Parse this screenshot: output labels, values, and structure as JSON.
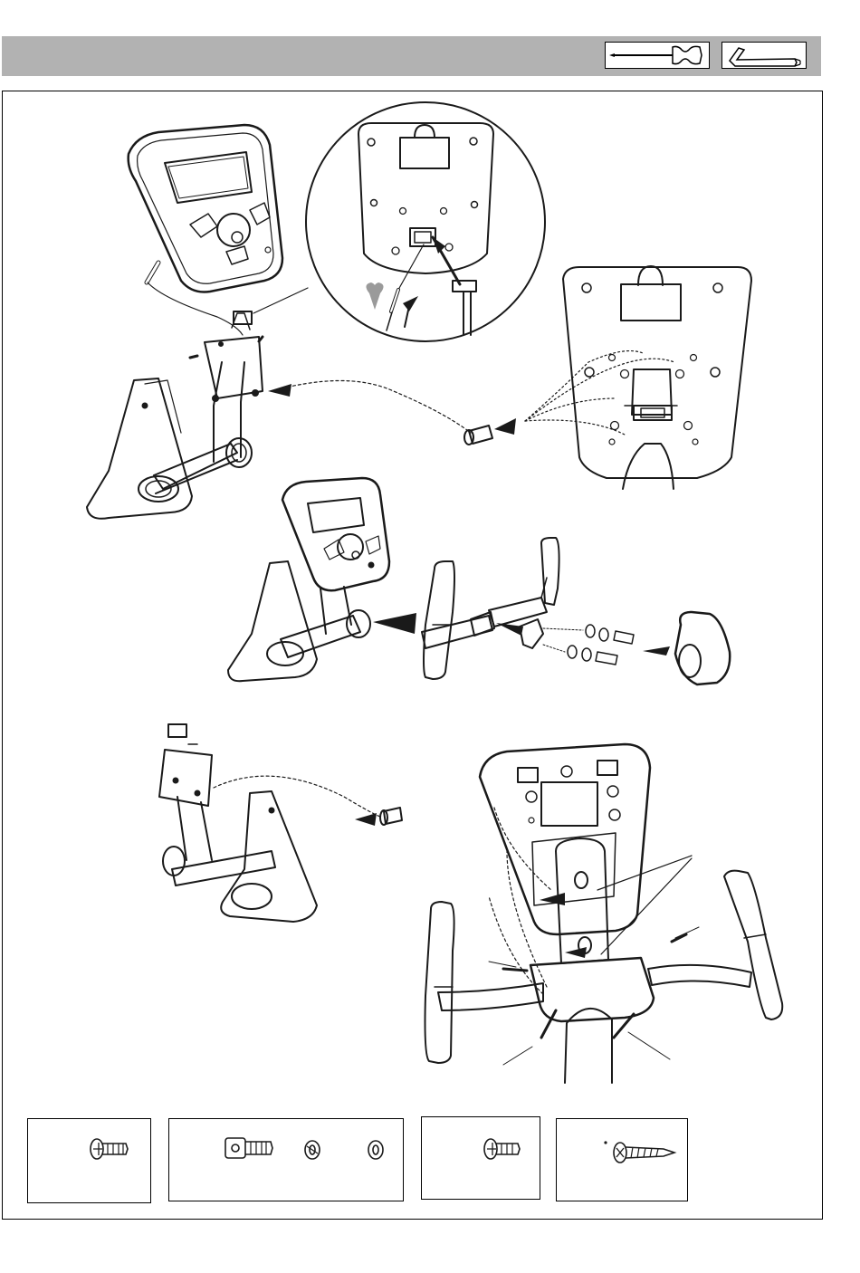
{
  "page": {
    "header_color": "#b2b2b2",
    "ink_color": "#1a1a1a",
    "heart_color": "#9a9a9a"
  },
  "tools": [
    {
      "icon": "screwdriver-icon"
    },
    {
      "icon": "allen-key-icon"
    }
  ],
  "steps": [
    {
      "icon": "console-mounting-plate-illustration"
    },
    {
      "icon": "handlebar-assembly-illustration"
    },
    {
      "icon": "console-mast-rear-cover-illustration"
    }
  ],
  "hardware": [
    {
      "icon": "phillips-pan-head-screw-icon"
    },
    {
      "icon": "allen-bolt-lock-washer-flat-washer-icon"
    },
    {
      "icon": "phillips-pan-head-screw-icon"
    },
    {
      "icon": "phillips-self-tapping-screw-icon"
    }
  ]
}
